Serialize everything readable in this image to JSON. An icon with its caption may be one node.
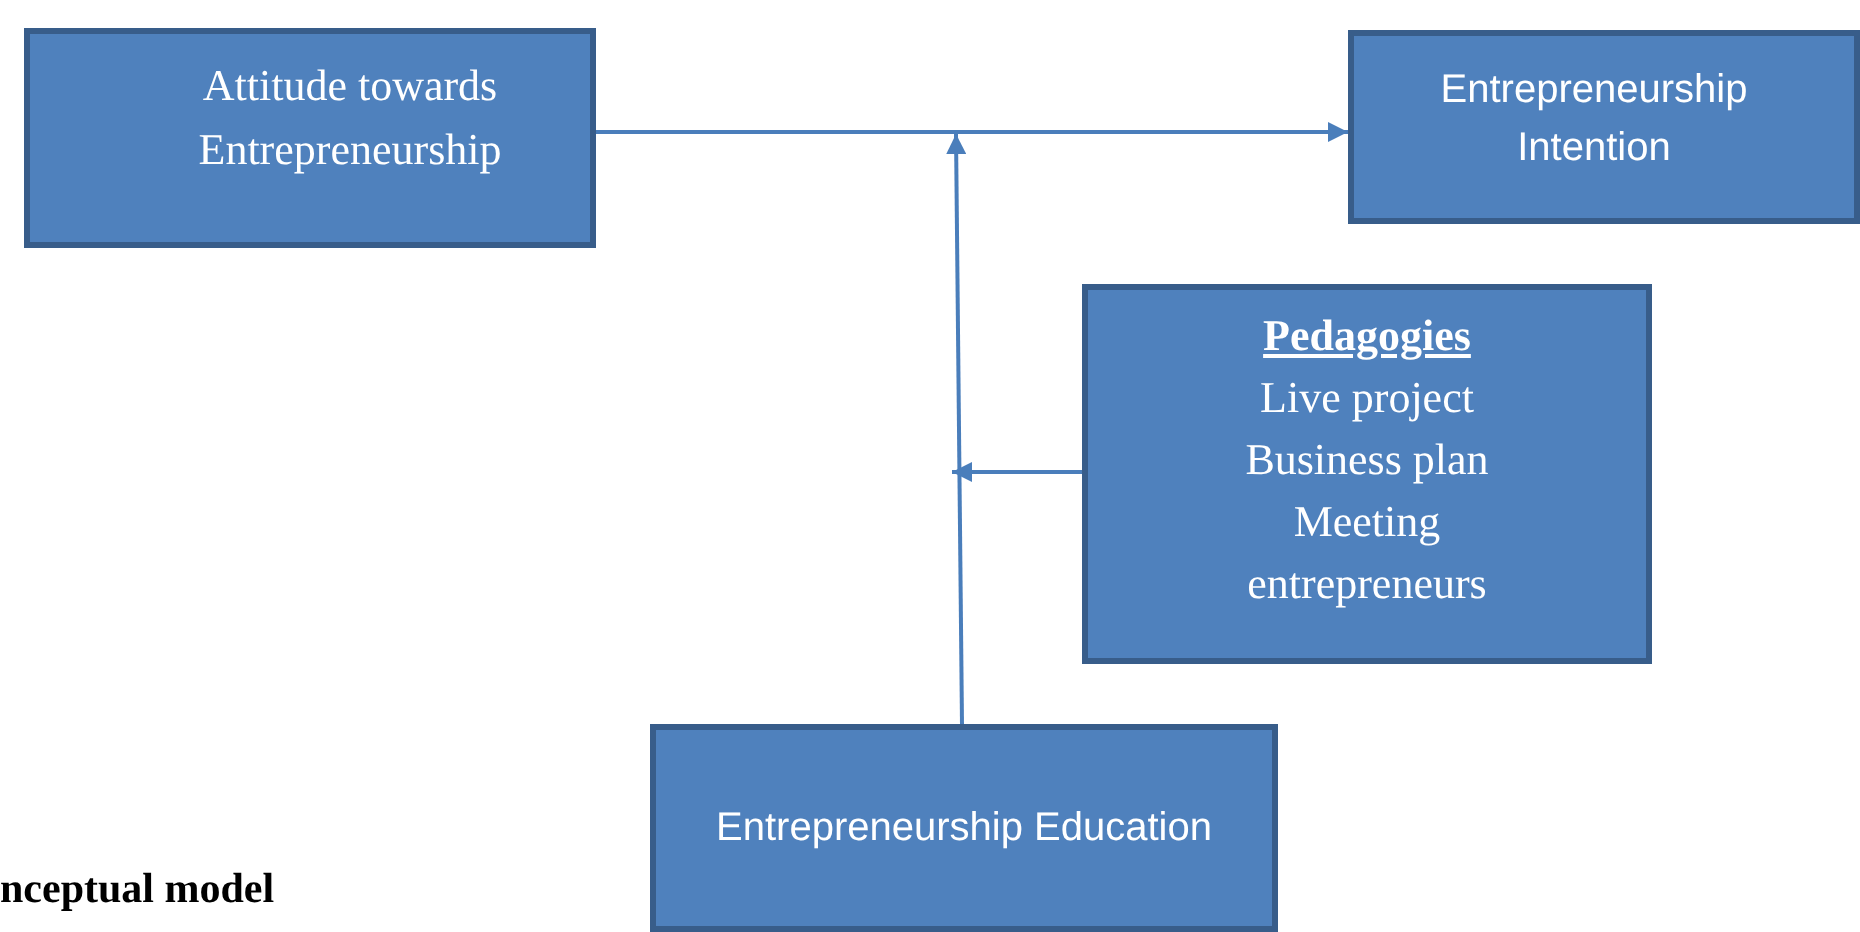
{
  "diagram": {
    "nodes": [
      {
        "text": [
          "Attitude towards Entrepreneurship"
        ]
      },
      {
        "text": [
          "Entrepreneurship Intention"
        ]
      },
      {
        "text": [
          "Pedagogies",
          "Live project Business plan Meeting entrepreneurs"
        ]
      },
      {
        "text": [
          "Entrepreneurship Education"
        ]
      }
    ],
    "edges": [
      {
        "from": 0,
        "to": 1,
        "arrow": "to"
      },
      {
        "from": 3,
        "to": null,
        "arrow": "to"
      },
      {
        "from": 2,
        "to": null,
        "arrow": "to"
      }
    ],
    "labels": [
      "nceptual model"
    ]
  }
}
